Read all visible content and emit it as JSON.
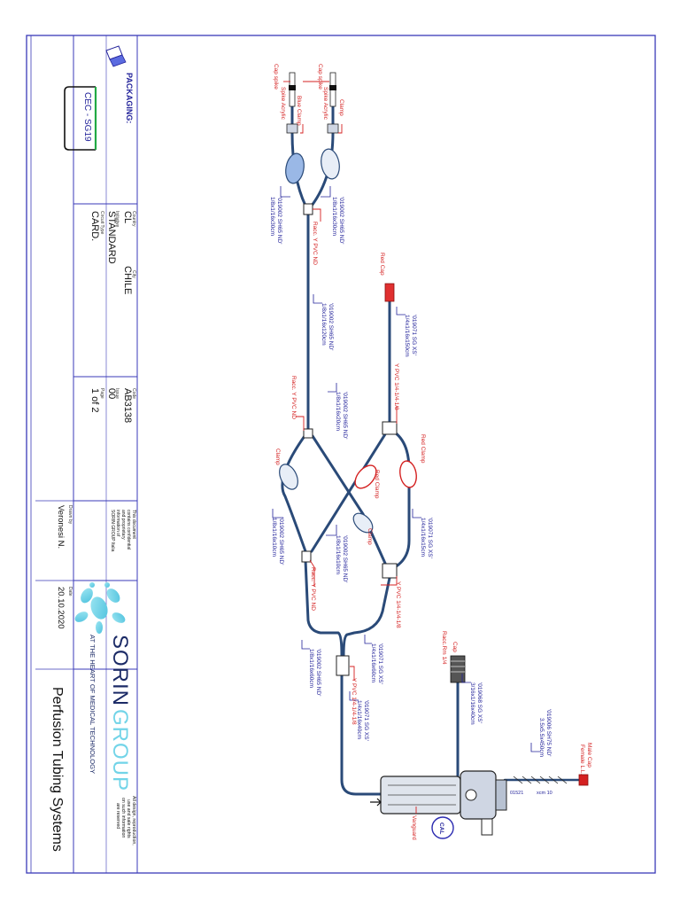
{
  "title_block": {
    "packaging_label": "PACKAGING:",
    "packaging_value": "CEC - SG19",
    "country_label": "Country",
    "country_value": "CL",
    "city_label": "City",
    "city_value": "CHILE",
    "initiative_label": "Initiative",
    "initiative_value": "STANDARD",
    "circuit_type_label": "Circuit Type",
    "circuit_type_value": "CARD.",
    "code_label": "Code",
    "code_value": "AB3138",
    "issue_label": "Issue",
    "issue_value": "00",
    "page_label": "Page",
    "page_value": "1 of 2",
    "drawn_by_label": "Drawn by",
    "drawn_by_value": "Veronesi N.",
    "date_label": "Date",
    "date_value": "20.10.2020",
    "confidential": [
      "This document",
      "contains confidential",
      "and proprietary",
      "information of",
      "SORIN GROUP Italia"
    ],
    "company_sorin": "SORIN",
    "company_group": "GROUP",
    "tagline": "AT THE HEART OF MEDICAL TECHNOLOGY",
    "product": "Perfusion Tubing Systems",
    "rights": [
      "All design, reproduction,",
      "use and sale rights",
      "on such information",
      "are reserved"
    ]
  },
  "colors": {
    "border": "#3a3ab8",
    "tube": "#2a4a78",
    "tube_fill": "#7a9cc6",
    "spec_text": "#23239a",
    "callout": "#d42020",
    "logo": "#72d4e8"
  },
  "labels": {
    "cap_spike_1": "Cap spike",
    "spike_acrylic_1": "Spike Acrylic",
    "blue_clamp": "Blue Clamp",
    "cap_spike_2": "Cap spike",
    "spike_acrylic_2": "Spike Acrylic",
    "clamp_top": "Clamp",
    "tube_spec_top_1": [
      "'019002 SH65 ND'",
      "1/8x1/16x30cm"
    ],
    "tube_spec_top_2": [
      "'019002 SH65 ND'",
      "1/8x1/16x30cm"
    ],
    "racc_y_top": "Racc. Y PVC ND",
    "tube_spec_mid_1": [
      "'019002 SH65 ND'",
      "1/8x1/16x120cm"
    ],
    "red_cap": "Red Cap",
    "tube_spec_right_1": [
      "'019071 SG XS'",
      "1/4x1/16x150cm"
    ],
    "y_pvc_right_1": "Y PVC 1/4-1/4-1/8",
    "racc_y_mid": "Racc. Y PVC ND",
    "tube_spec_mid_2": [
      "'019002 SH65 ND'",
      "1/8x1/16x20cm"
    ],
    "red_clamp_right": "Red Clamp",
    "red_clamp_center": "Red Clamp",
    "clamp_left": "Clamp",
    "clamp_center": "Clamp",
    "tube_spec_low_1": [
      "'019002 SH65 ND'",
      "1/8x1/16x10cm"
    ],
    "tube_spec_low_2": [
      "'019002 SH65 ND'",
      "1/8x1/16x10cm"
    ],
    "tube_spec_right_2": [
      "'019071 SG XS'",
      "1/4x1/16x15cm"
    ],
    "racc_y_low": "Racc. Y PVC ND",
    "y_pvc_right_2": "Y PVC 1/4-1/4-1/8",
    "tube_spec_right_3": [
      "'019071 SG XS'",
      "1/4x1/16x60cm"
    ],
    "tube_spec_low_3": [
      "'019002 SH65 ND'",
      "1/8x1/16x60cm"
    ],
    "y_pvc_bottom": "Y PVC 1/4-1/4-1/8",
    "tube_spec_bottom": [
      "'019071 SG XS'",
      "1/4x1/16x40cm"
    ],
    "cap": "Cap",
    "racc_rm": "Racc.Rm 1/4",
    "tube_spec_cap": [
      "'019068 SG XS'",
      "3/16x1/16x40cm"
    ],
    "tube_spec_male": [
      "'019006 SH75 ND'",
      "3.5x5.5x450cm"
    ],
    "male_cap": "Male Cap",
    "female_ll": "Female L.L.",
    "part_01521": "01521",
    "part_xcm10": "xcm 10",
    "vanguard": "Vanguard",
    "cal": "CAL"
  }
}
